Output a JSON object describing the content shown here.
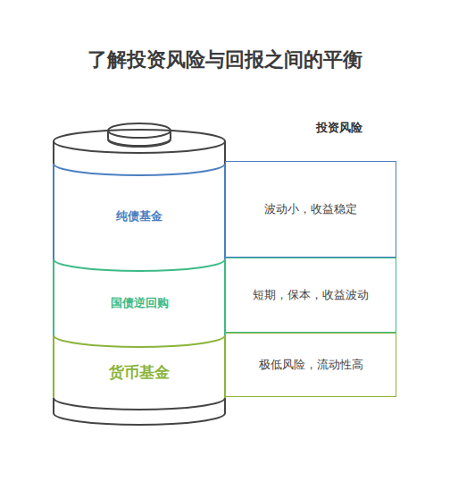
{
  "diagram": {
    "title": "了解投资风险与回报之间的平衡",
    "nodes": [
      {
        "text": [
          "纯债基金"
        ]
      },
      {
        "text": [
          "波动小，收益稳定"
        ]
      },
      {
        "text": [
          "国债逆回购"
        ]
      },
      {
        "text": [
          "短期，保本，收益波动"
        ]
      },
      {
        "text": [
          "货币基金"
        ]
      },
      {
        "text": [
          "极低风险，流动性高"
        ]
      }
    ],
    "labels": [
      "投资风险"
    ]
  }
}
